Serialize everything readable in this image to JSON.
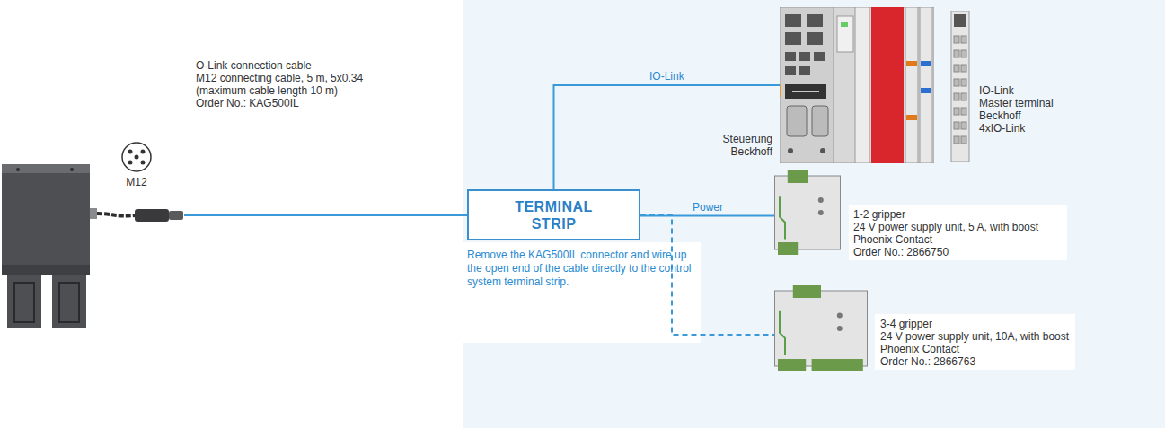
{
  "diagram": {
    "nodes": [
      {
        "text": [
          "TERMINAL STRIP"
        ]
      },
      {
        "text": [
          "Steuerung Beckhoff"
        ]
      },
      {
        "text": [
          "IO-Link",
          "Master terminal",
          "Beckhoff",
          "4xIO-Link"
        ]
      },
      {
        "text": [
          "1-2 gripper",
          "24 V power supply unit, 5 A, with boost",
          "Phoenix Contact",
          "Order No.: 2866750"
        ]
      },
      {
        "text": [
          "3-4 gripper",
          "24 V power supply unit, 10A, with boost",
          "Phoenix Contact",
          "Order No.: 2866763"
        ]
      }
    ],
    "edges": [
      {
        "from": 0,
        "to": 1,
        "label": "IO-Link",
        "arrow": "none"
      },
      {
        "from": 0,
        "to": 3,
        "label": "Power",
        "arrow": "none"
      },
      {
        "from": 0,
        "to": 4,
        "arrow": "none"
      }
    ],
    "labels": [
      "M12",
      "O-Link connection cable",
      "M12 connecting cable, 5 m, 5x0.34",
      "(maximum cable length 10 m)",
      "Order No.: KAG500IL",
      "Remove the KAG500IL connector and wire up the open end of the cable directly to the control system terminal strip."
    ]
  }
}
